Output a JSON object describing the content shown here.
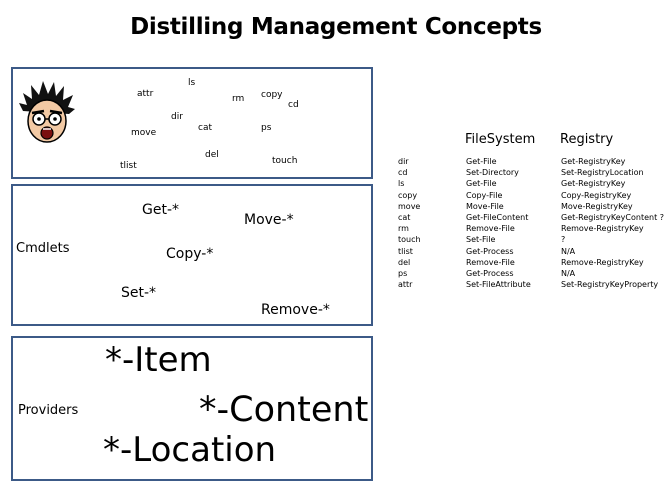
{
  "title": "Distilling Management Concepts",
  "commands_panel": {
    "words": [
      "attr",
      "ls",
      "rm",
      "copy",
      "cd",
      "dir",
      "move",
      "cat",
      "ps",
      "del",
      "touch",
      "tlist"
    ]
  },
  "cmdlets_panel": {
    "label": "Cmdlets",
    "verbs": [
      "Get-*",
      "Move-*",
      "Copy-*",
      "Set-*",
      "Remove-*"
    ]
  },
  "providers_panel": {
    "label": "Providers",
    "nouns": [
      "*-Item",
      "*-Content",
      "*-Location"
    ]
  },
  "mapping_table": {
    "headers": [
      "FileSystem",
      "Registry"
    ],
    "rows": [
      [
        "dir",
        "Get-File",
        "Get-RegistryKey"
      ],
      [
        "cd",
        "Set-Directory",
        "Set-RegistryLocation"
      ],
      [
        "ls",
        "Get-File",
        "Get-RegistryKey"
      ],
      [
        "copy",
        "Copy-File",
        "Copy-RegistryKey"
      ],
      [
        "move",
        "Move-File",
        "Move-RegistryKey"
      ],
      [
        "cat",
        "Get-FileContent",
        "Get-RegistryKeyContent ?"
      ],
      [
        "rm",
        "Remove-File",
        "Remove-RegistryKey"
      ],
      [
        "touch",
        "Set-File",
        "?"
      ],
      [
        "tlist",
        "Get-Process",
        "N/A"
      ],
      [
        "del",
        "Remove-File",
        "Remove-RegistryKey"
      ],
      [
        "ps",
        "Get-Process",
        "N/A"
      ],
      [
        "attr",
        "Set-FileAttribute",
        "Set-RegistryKeyProperty"
      ]
    ]
  },
  "icons": {
    "mascot": "screaming-face-icon"
  },
  "colors": {
    "panel_border": "#3c5a87"
  }
}
